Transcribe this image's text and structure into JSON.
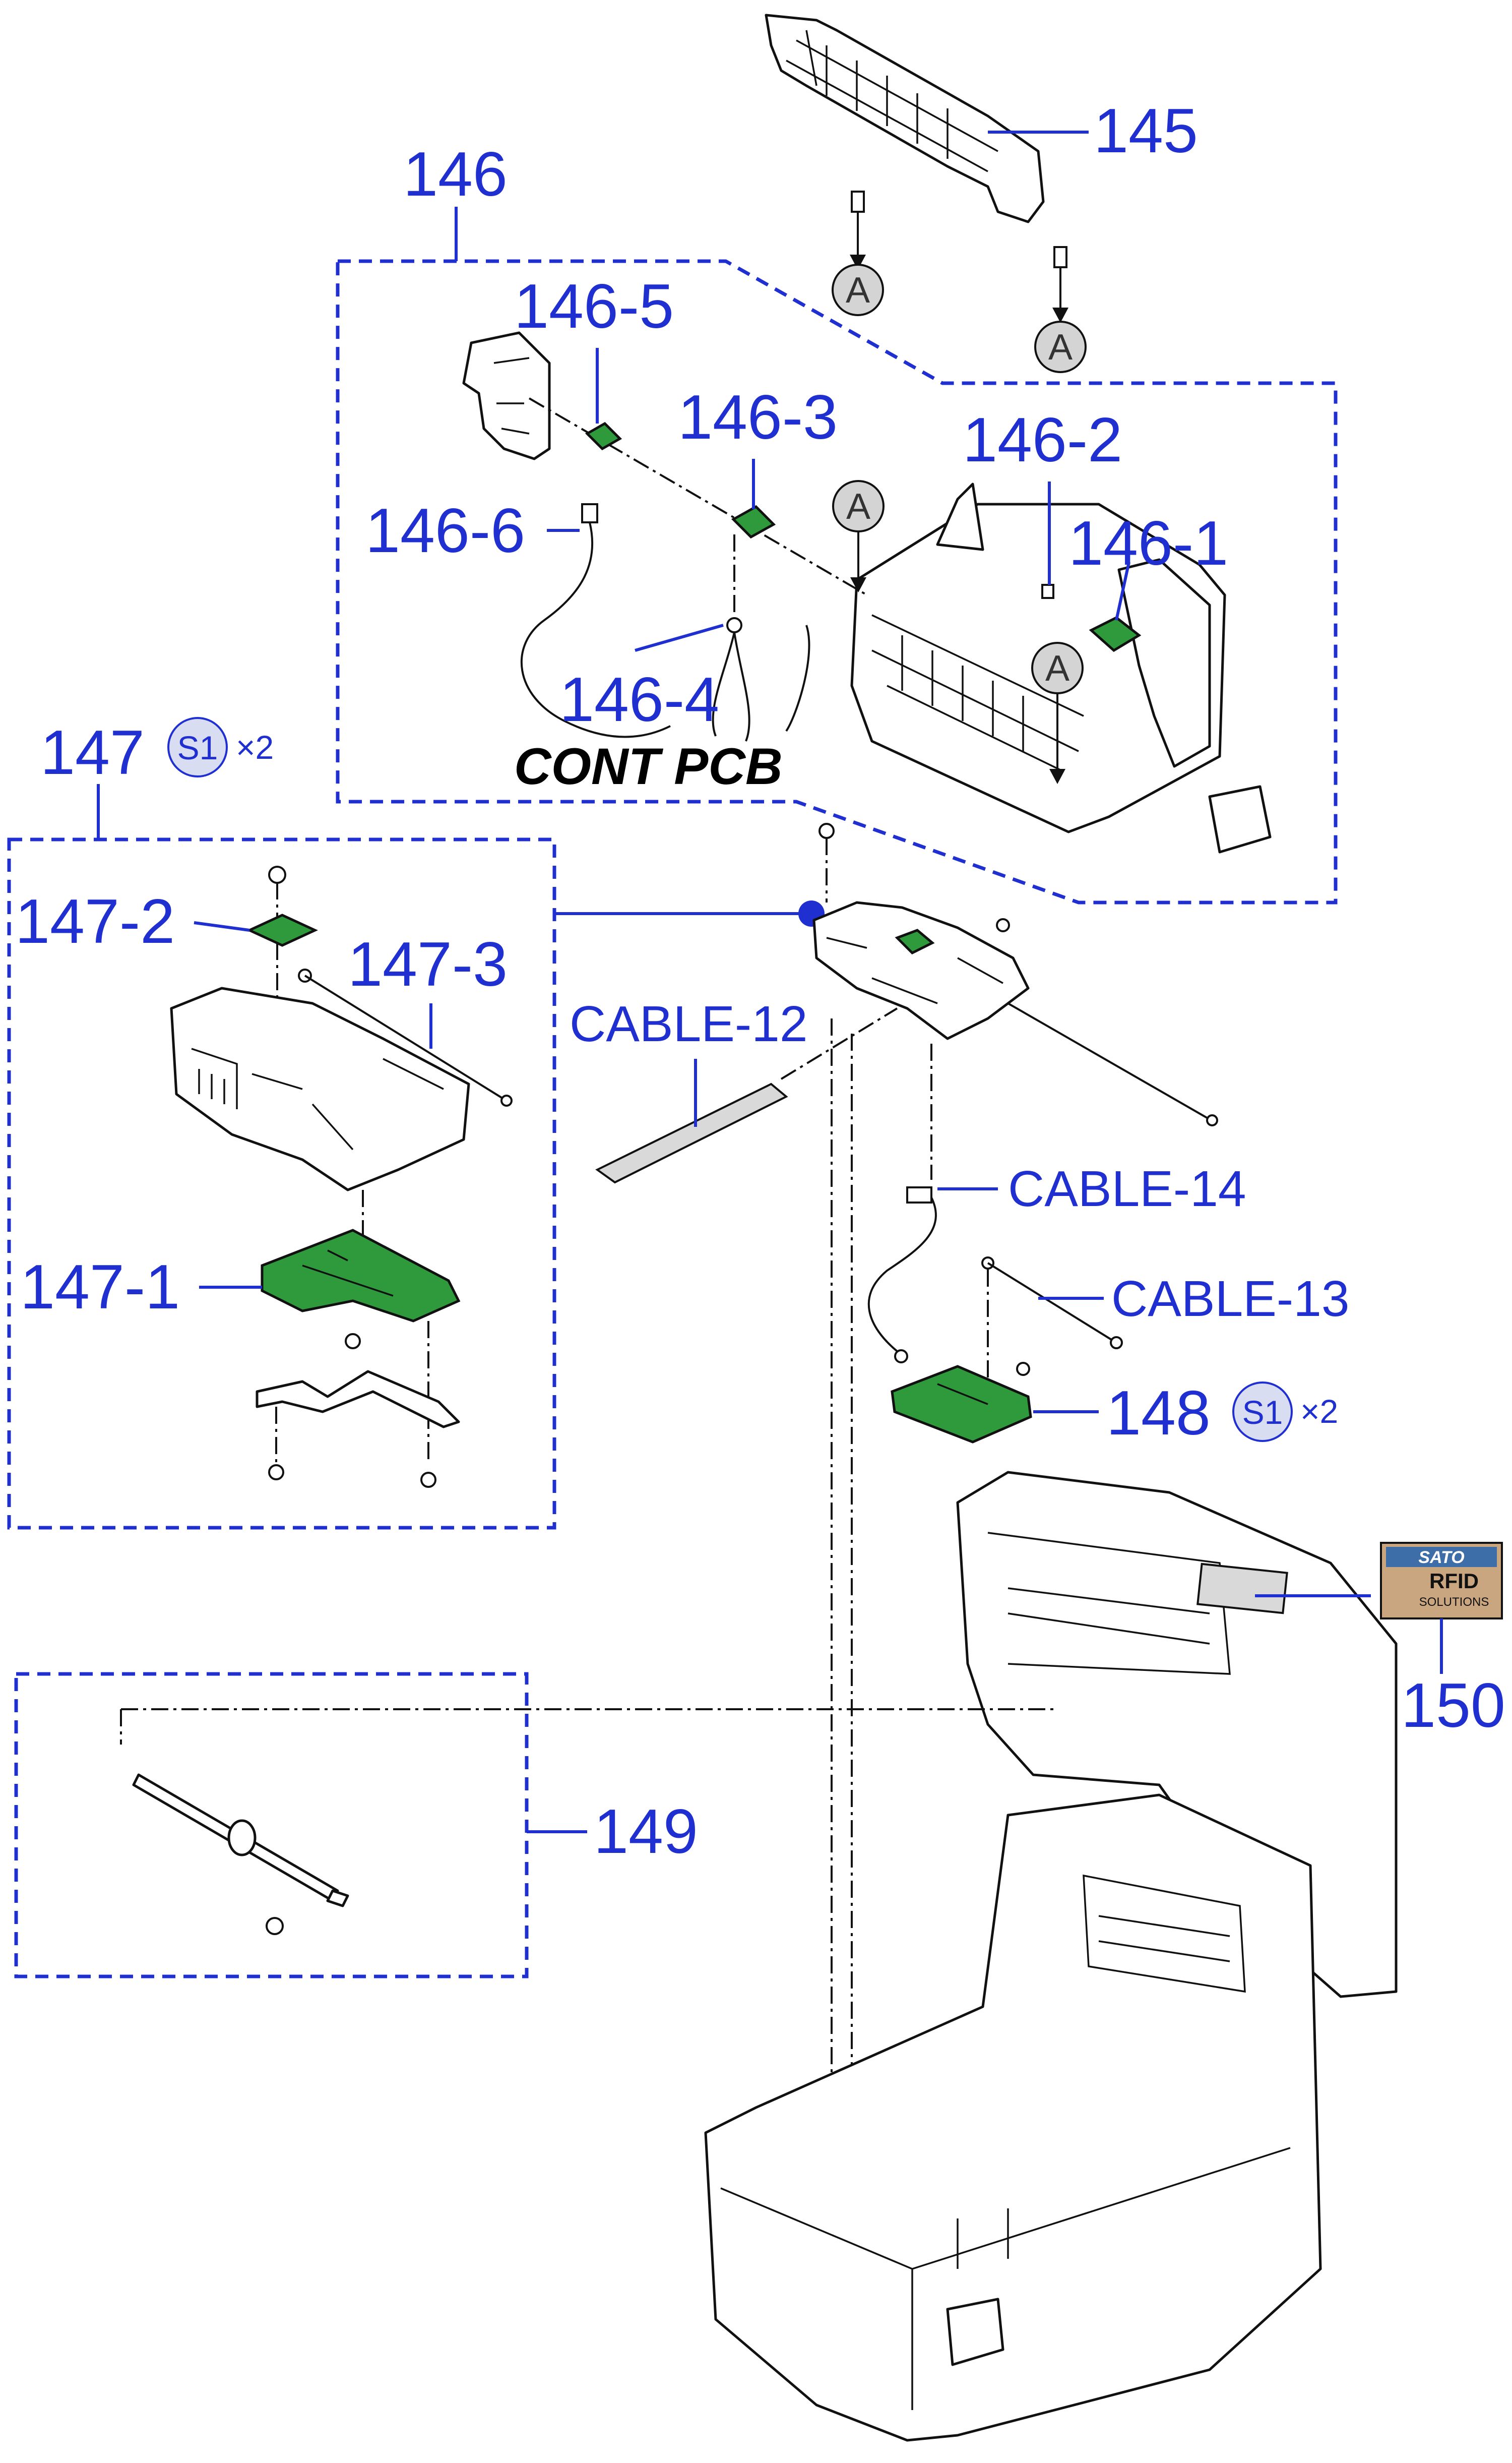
{
  "labels": {
    "p145": "145",
    "p146": "146",
    "p146_1": "146-1",
    "p146_2": "146-2",
    "p146_3": "146-3",
    "p146_4": "146-4",
    "p146_5": "146-5",
    "p146_6": "146-6",
    "p147": "147",
    "p147_1": "147-1",
    "p147_2": "147-2",
    "p147_3": "147-3",
    "p148": "148",
    "p149": "149",
    "p150": "150",
    "cable12": "CABLE-12",
    "cable13": "CABLE-13",
    "cable14": "CABLE-14",
    "cont_pcb": "CONT PCB"
  },
  "screw_marker": "A",
  "screw_badge": "S1",
  "quantity": "×2",
  "logo": {
    "brand": "SATO",
    "line1": "RFID",
    "line2": "SOLUTIONS"
  },
  "colors": {
    "label_blue": "#1f2fd0",
    "pcb_green": "#2f9a3c"
  }
}
